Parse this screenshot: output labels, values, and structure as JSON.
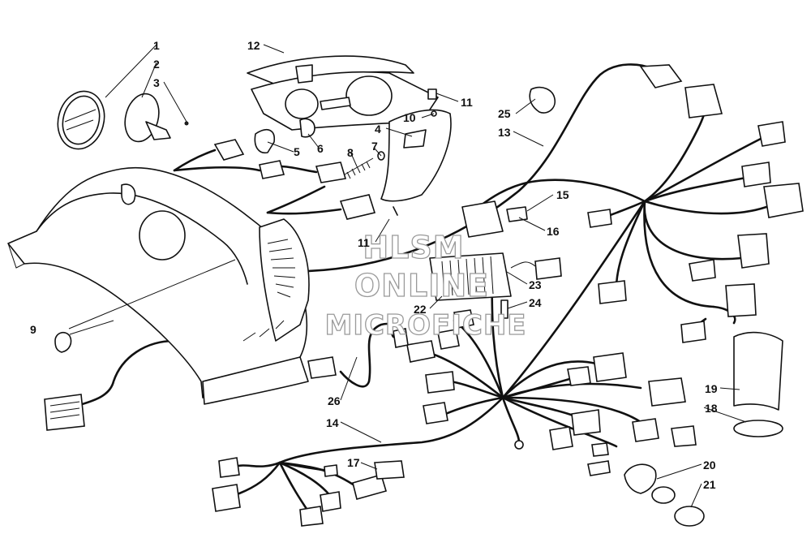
{
  "diagram": {
    "callouts": [
      "1",
      "2",
      "3",
      "4",
      "5",
      "6",
      "7",
      "8",
      "9",
      "10",
      "11",
      "11",
      "12",
      "13",
      "14",
      "15",
      "16",
      "17",
      "18",
      "19",
      "20",
      "21",
      "22",
      "23",
      "24",
      "25",
      "26"
    ],
    "watermark": {
      "line1": "HLSM",
      "line2": "ONLINE",
      "line3": "MICROFICHE"
    }
  }
}
